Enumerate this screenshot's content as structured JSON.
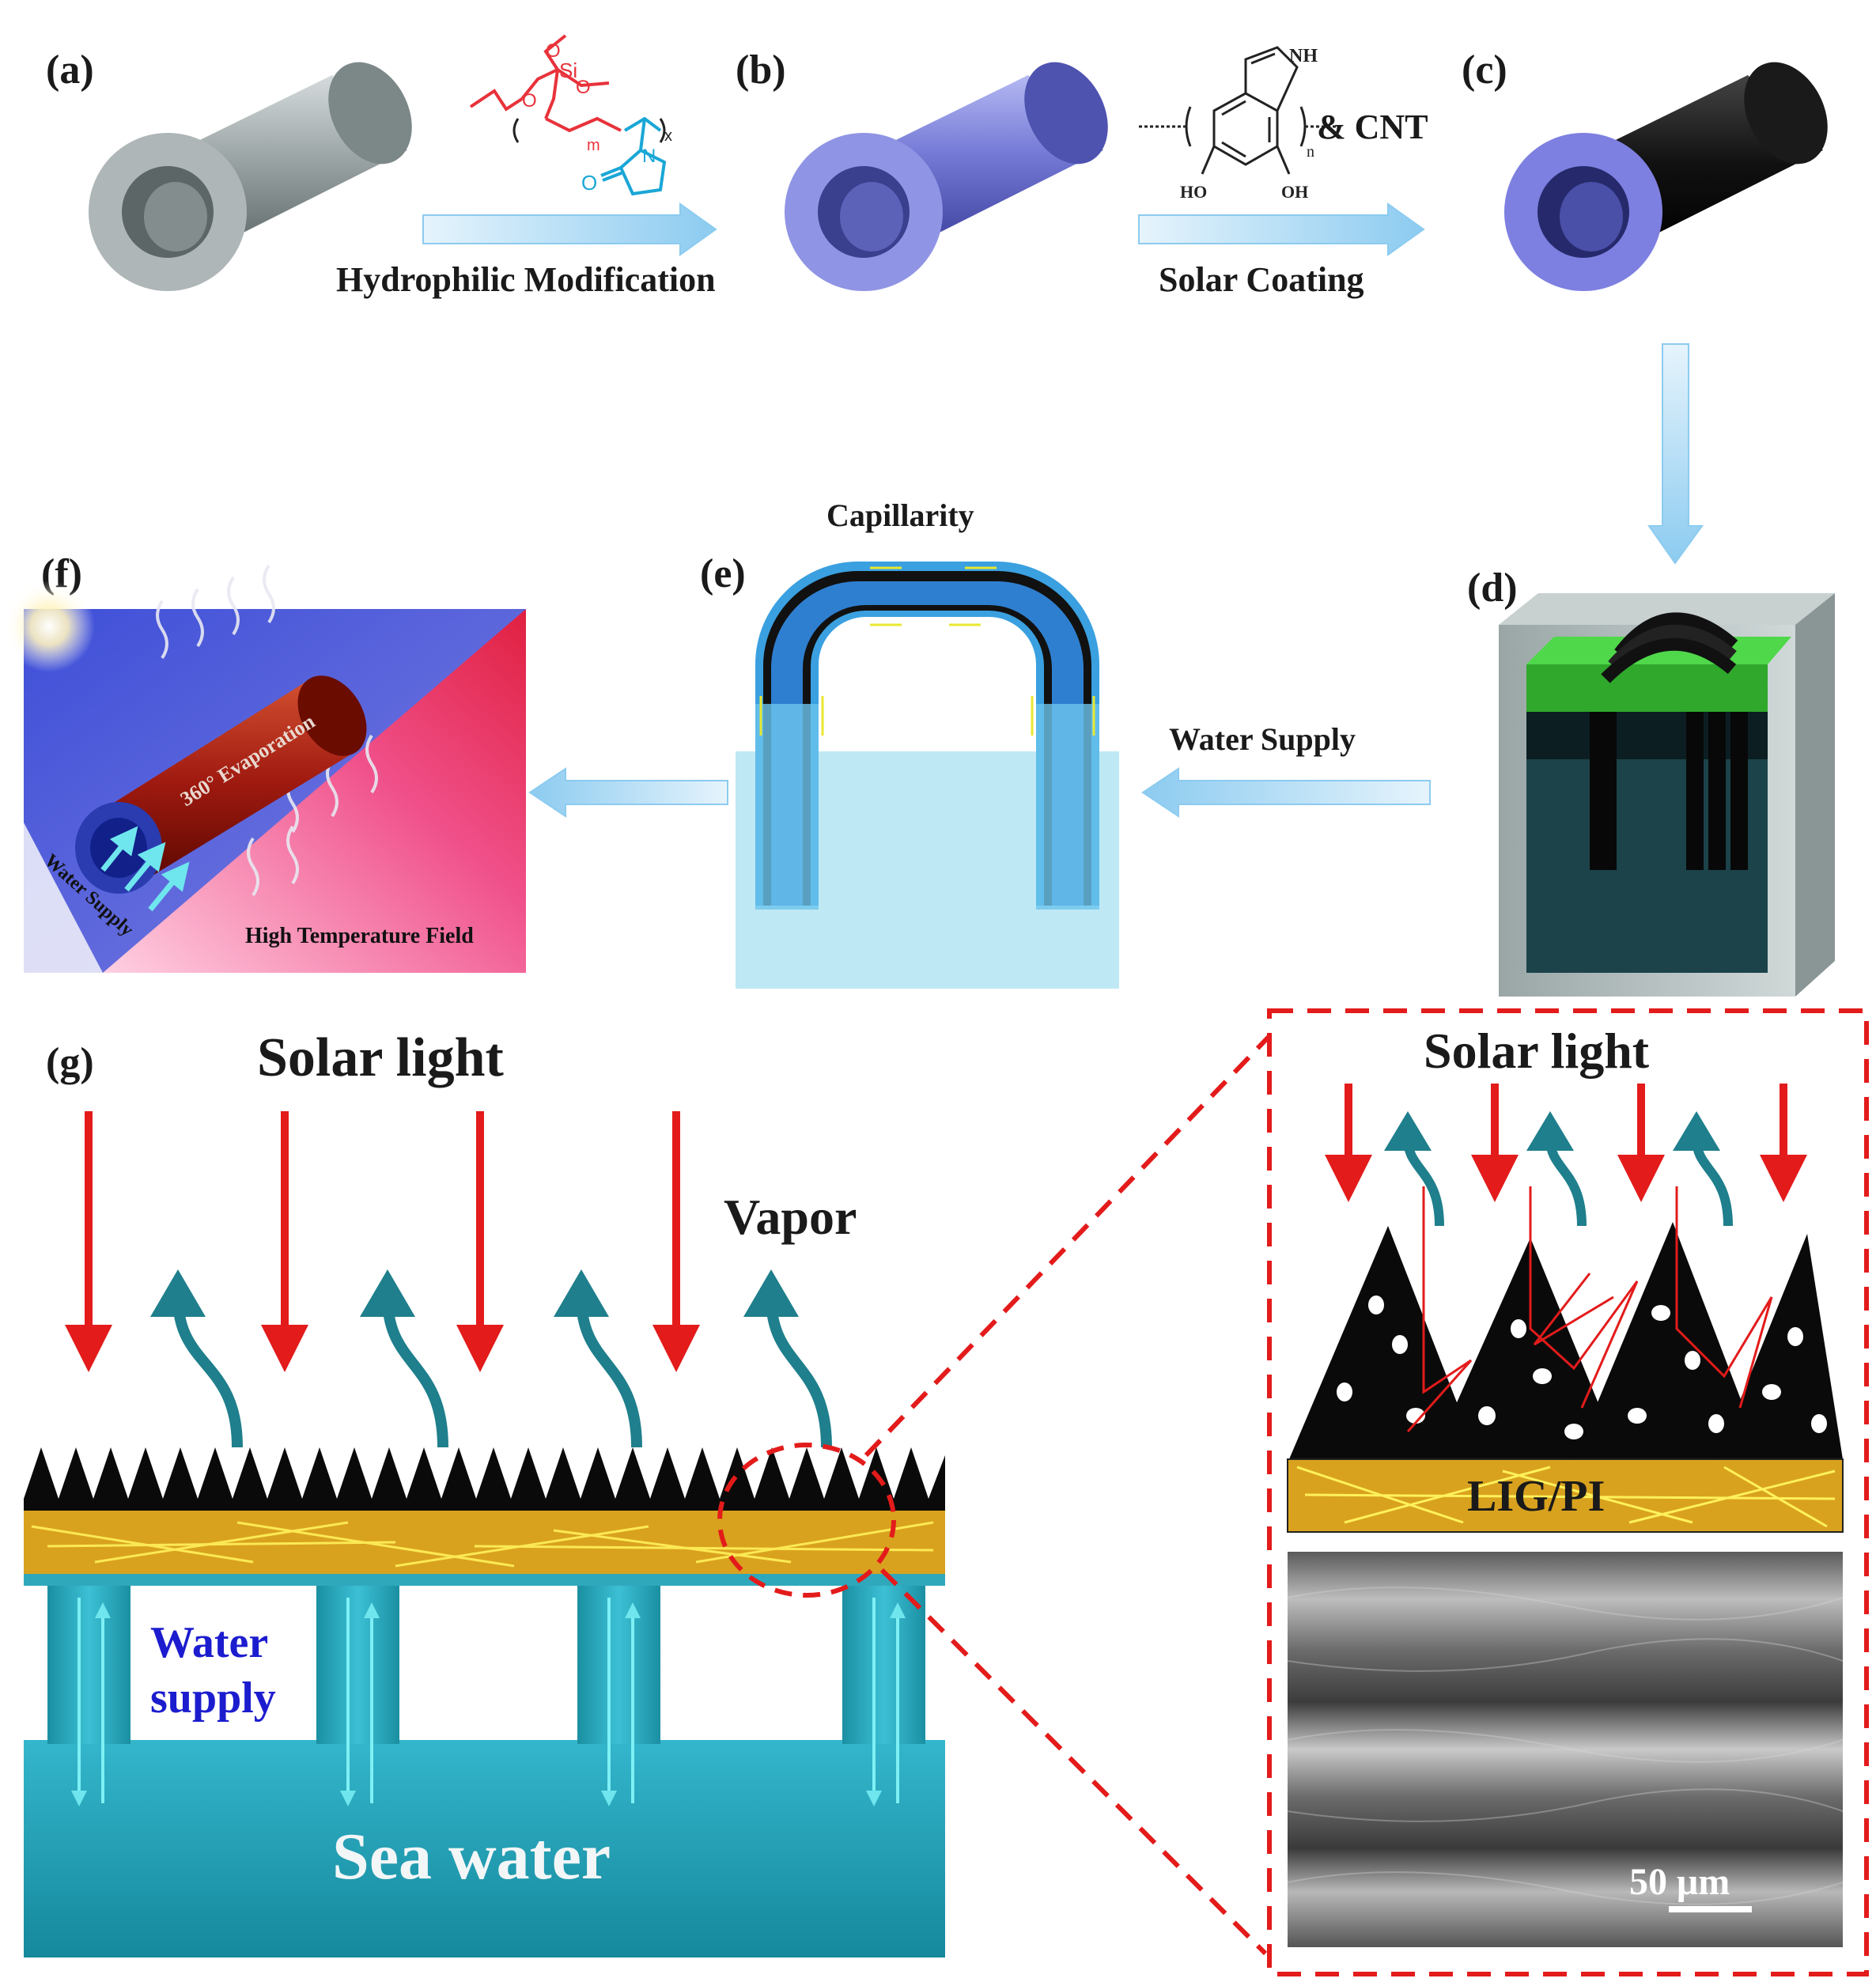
{
  "panel_labels": {
    "a": "(a)",
    "b": "(b)",
    "c": "(c)",
    "d": "(d)",
    "e": "(e)",
    "f": "(f)",
    "g": "(g)"
  },
  "process": {
    "step1_label": "Hydrophilic  Modification",
    "step2_label": "Solar Coating",
    "cnt_label": "& CNT",
    "water_supply_label": "Water Supply",
    "capillarity_label": "Capillarity"
  },
  "chem": {
    "si": "Si",
    "o1": "O",
    "o2": "O",
    "o3": "O",
    "n": "N",
    "o_carbonyl": "O",
    "m": "m",
    "x": "x",
    "nh": "NH",
    "ho": "HO",
    "oh": "OH",
    "n_sub": "n"
  },
  "panel_f": {
    "evaporation": "360° Evaporation",
    "water_supply": "Water Supply",
    "field": "High Temperature Field"
  },
  "panel_g": {
    "solar_light": "Solar light",
    "vapor": "Vapor",
    "water_supply_line1": "Water",
    "water_supply_line2": "supply",
    "sea_water": "Sea water"
  },
  "zoom": {
    "solar_light": "Solar light",
    "layer": "LIG/PI",
    "scale_bar": "50 μm"
  },
  "colors": {
    "solar_arrow": "#e31b1b",
    "vapor_arrow": "#1f7f8c",
    "lig_layer": "#d9a21e",
    "sea_water": "#2aa9bf",
    "zoom_frame": "#e31b1b",
    "process_arrow": "#a8d8f5"
  }
}
